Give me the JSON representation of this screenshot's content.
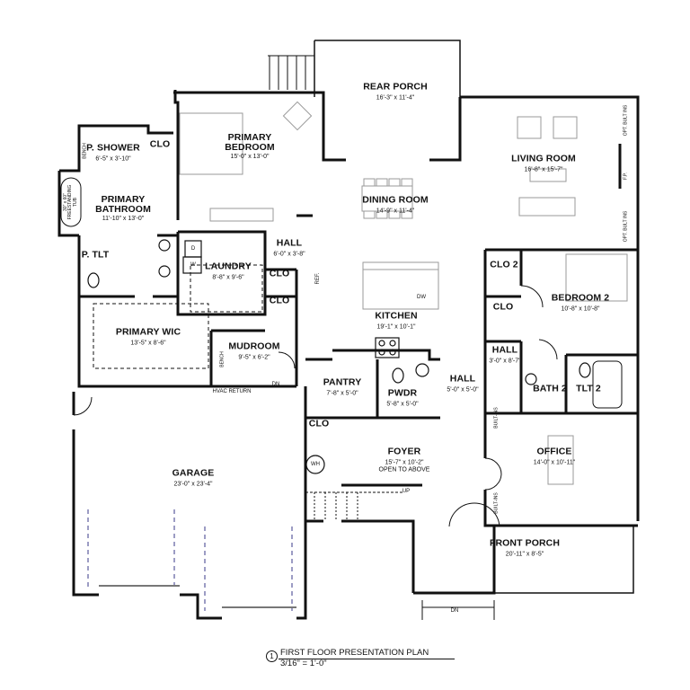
{
  "plan": {
    "title": "FIRST FLOOR PRESENTATION PLAN",
    "scale": "3/16\" = 1'-0\"",
    "number": "1"
  },
  "rooms": {
    "rear_porch": {
      "name": "REAR PORCH",
      "dims": "16'-3\" x 11'-4\""
    },
    "primary_bedroom": {
      "name1": "PRIMARY",
      "name2": "BEDROOM",
      "dims": "15'-0\" x 13'-0\""
    },
    "p_shower": {
      "name": "P. SHOWER",
      "dims": "6'-5\" x 3'-10\""
    },
    "clo_primary": {
      "name": "CLO"
    },
    "primary_bathroom": {
      "name1": "PRIMARY",
      "name2": "BATHROOM",
      "dims": "11'-10\" x 13'-0\""
    },
    "p_tlt": {
      "name": "P. TLT"
    },
    "laundry": {
      "name": "LAUNDRY",
      "dims": "8'-8\" x 9'-6\""
    },
    "hall_1": {
      "name": "HALL",
      "dims": "6'-0\" x 3'-8\""
    },
    "clo_hall_1": {
      "name": "CLO"
    },
    "clo_hall_2": {
      "name": "CLO"
    },
    "primary_wic": {
      "name": "PRIMARY WIC",
      "dims": "13'-5\" x 8'-6\""
    },
    "mudroom": {
      "name": "MUDROOM",
      "dims": "9'-5\" x 6'-2\""
    },
    "dining_room": {
      "name": "DINING ROOM",
      "dims": "14'-9\" x 11'-4\""
    },
    "living_room": {
      "name": "LIVING ROOM",
      "dims": "16'-8\" x 15'-7\""
    },
    "kitchen": {
      "name": "KITCHEN",
      "dims": "19'-1\" x 10'-1\""
    },
    "clo_2": {
      "name": "CLO 2"
    },
    "bedroom_2": {
      "name": "BEDROOM 2",
      "dims": "10'-8\" x 10'-8\""
    },
    "clo_bed2": {
      "name": "CLO"
    },
    "hall_2": {
      "name": "HALL",
      "dims": "3'-0\" x 8'-7\""
    },
    "bath_2": {
      "name": "BATH 2"
    },
    "tlt_2": {
      "name": "TLT 2"
    },
    "pantry": {
      "name": "PANTRY",
      "dims": "7'-8\" x 5'-0\""
    },
    "pwdr": {
      "name": "PWDR",
      "dims": "5'-8\" x 5'-0\""
    },
    "hall_3": {
      "name": "HALL",
      "dims": "5'-0\" x 5'-0\""
    },
    "clo_foyer": {
      "name": "CLO"
    },
    "foyer": {
      "name": "FOYER",
      "dims": "15'-7\" x 10'-2\"",
      "note": "OPEN TO ABOVE"
    },
    "office": {
      "name": "OFFICE",
      "dims": "14'-0\" x 10'-11\""
    },
    "garage": {
      "name": "GARAGE",
      "dims": "23'-0\" x 23'-4\""
    },
    "front_porch": {
      "name": "FRONT PORCH",
      "dims": "20'-11\" x 8'-5\""
    }
  },
  "annotations": {
    "hvac_return": "HVAC RETURN",
    "dn_mudroom": "DN",
    "dn_front": "DN",
    "up_stairs": "UP",
    "ref": "REF.",
    "dw": "DW",
    "washer": "W",
    "dryer": "D",
    "wh": "WH",
    "bench_shower": "BENCH",
    "bench_mudroom": "BENCH",
    "tub": "30\" x 60\" FREESTANDING TUB",
    "opt_built_ins_1": "OPT. BULT INS",
    "opt_built_ins_2": "OPT. BULT INS",
    "fp": "F.P.",
    "built_ins_office_1": "BUILT-INS",
    "built_ins_office_2": "BUILT-INS"
  },
  "colors": {
    "wall": "#111111",
    "fixture": "#9a9a9a",
    "garage_door_dash": "#3a3a8a"
  }
}
